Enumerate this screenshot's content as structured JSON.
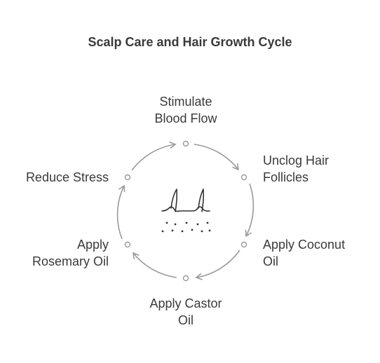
{
  "title": "Scalp Care and Hair Growth Cycle",
  "steps": [
    {
      "line1": "Stimulate",
      "line2": "Blood Flow"
    },
    {
      "line1": "Unclog Hair",
      "line2": "Follicles"
    },
    {
      "line1": "Apply Coconut",
      "line2": "Oil"
    },
    {
      "line1": "Apply Castor",
      "line2": "Oil"
    },
    {
      "line1": "Apply",
      "line2": "Rosemary Oil"
    },
    {
      "line1": "Reduce Stress",
      "line2": ""
    }
  ],
  "center_icon": "scalp-hair-follicle-icon",
  "colors": {
    "stroke": "#9a9a9a",
    "text": "#3a3a3a",
    "icon": "#333333"
  }
}
